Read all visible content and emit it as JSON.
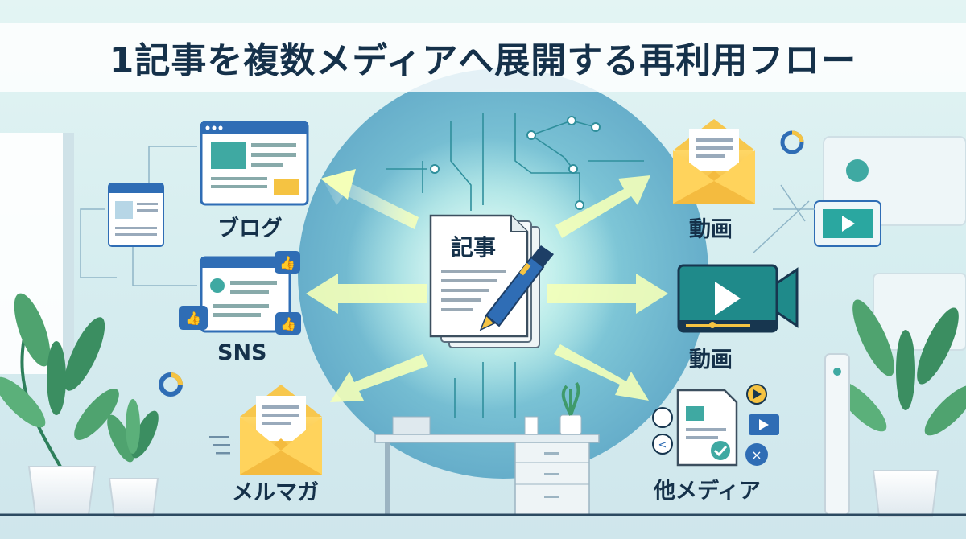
{
  "title": "1記事を複数メディアへ展開する再利用フロー",
  "center": {
    "label": "記事"
  },
  "nodes": [
    {
      "id": "blog",
      "label": "ブログ"
    },
    {
      "id": "sns",
      "label": "SNS"
    },
    {
      "id": "newsletter",
      "label": "メルマガ"
    },
    {
      "id": "video-top",
      "label": "動画"
    },
    {
      "id": "video-mid",
      "label": "動画"
    },
    {
      "id": "other",
      "label": "他メディア"
    }
  ],
  "colors": {
    "title_text": "#15314a",
    "accent_blue": "#2f6db5",
    "accent_teal": "#2aa7a0",
    "accent_yellow": "#f5c342",
    "arrow_glow": "#eaff9a"
  }
}
